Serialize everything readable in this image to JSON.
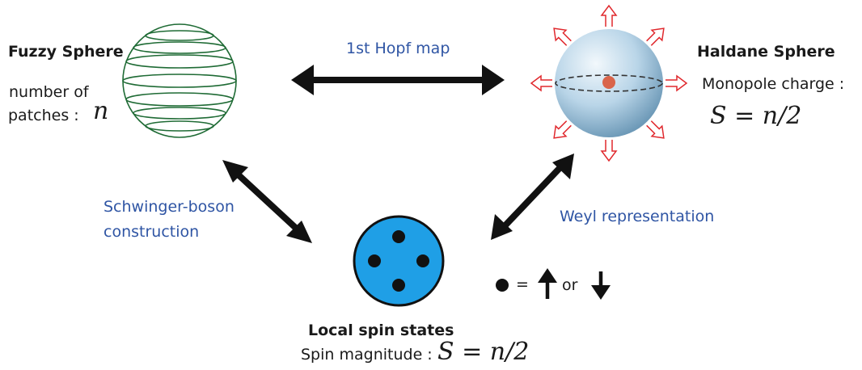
{
  "fuzzy_sphere": {
    "title": "Fuzzy Sphere",
    "caption_line1": "number of",
    "caption_line2": "patches :",
    "symbol": "n",
    "line_color": "#1f6b35"
  },
  "haldane_sphere": {
    "title": "Haldane Sphere",
    "caption": "Monopole charge :",
    "formula": "S = n/2",
    "sphere_color": "#a9cbe0",
    "arrow_color": "#e0282d"
  },
  "local_spin": {
    "title": "Local spin states",
    "caption": "Spin magnitude :",
    "formula": "S = n/2",
    "disk_color": "#1f9fe6"
  },
  "links": {
    "hopf": "1st Hopf map",
    "schwinger_line1": "Schwinger-boson",
    "schwinger_line2": "construction",
    "weyl": "Weyl representation"
  },
  "legend": {
    "equals": "=",
    "or": "or",
    "up_icon": "up-arrow-icon",
    "down_icon": "down-arrow-icon"
  }
}
